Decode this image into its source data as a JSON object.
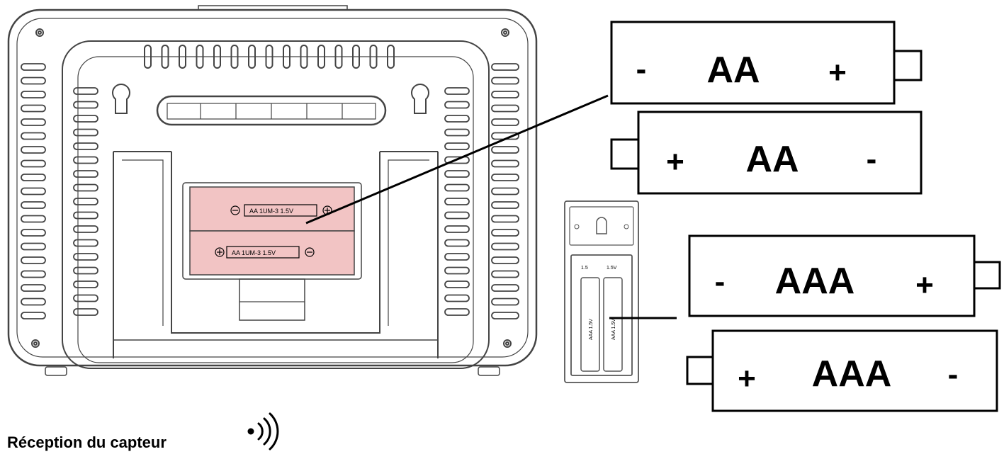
{
  "colors": {
    "battery_fill": "#f2c4c4",
    "line": "#000000",
    "device_line": "#444444"
  },
  "console": {
    "battery_top_label": "AA 1UM-3 1.5V",
    "battery_bottom_label": "AA 1UM-3 1.5V"
  },
  "sensor": {
    "left_label": "AAA 1.5V",
    "right_label": "AAA 1.5V",
    "top_left_label": "1.5",
    "top_right_label": "1.5V"
  },
  "batteries": [
    {
      "id": "aa-1",
      "type": "AA",
      "left_sign": "-",
      "right_sign": "+",
      "terminal": "right"
    },
    {
      "id": "aa-2",
      "type": "AA",
      "left_sign": "+",
      "right_sign": "-",
      "terminal": "left"
    },
    {
      "id": "aaa-1",
      "type": "AAA",
      "left_sign": "-",
      "right_sign": "+",
      "terminal": "right"
    },
    {
      "id": "aaa-2",
      "type": "AAA",
      "left_sign": "+",
      "right_sign": "-",
      "terminal": "left"
    }
  ],
  "caption": {
    "text": "Réception du capteur",
    "icon": "wireless-signal-icon"
  }
}
